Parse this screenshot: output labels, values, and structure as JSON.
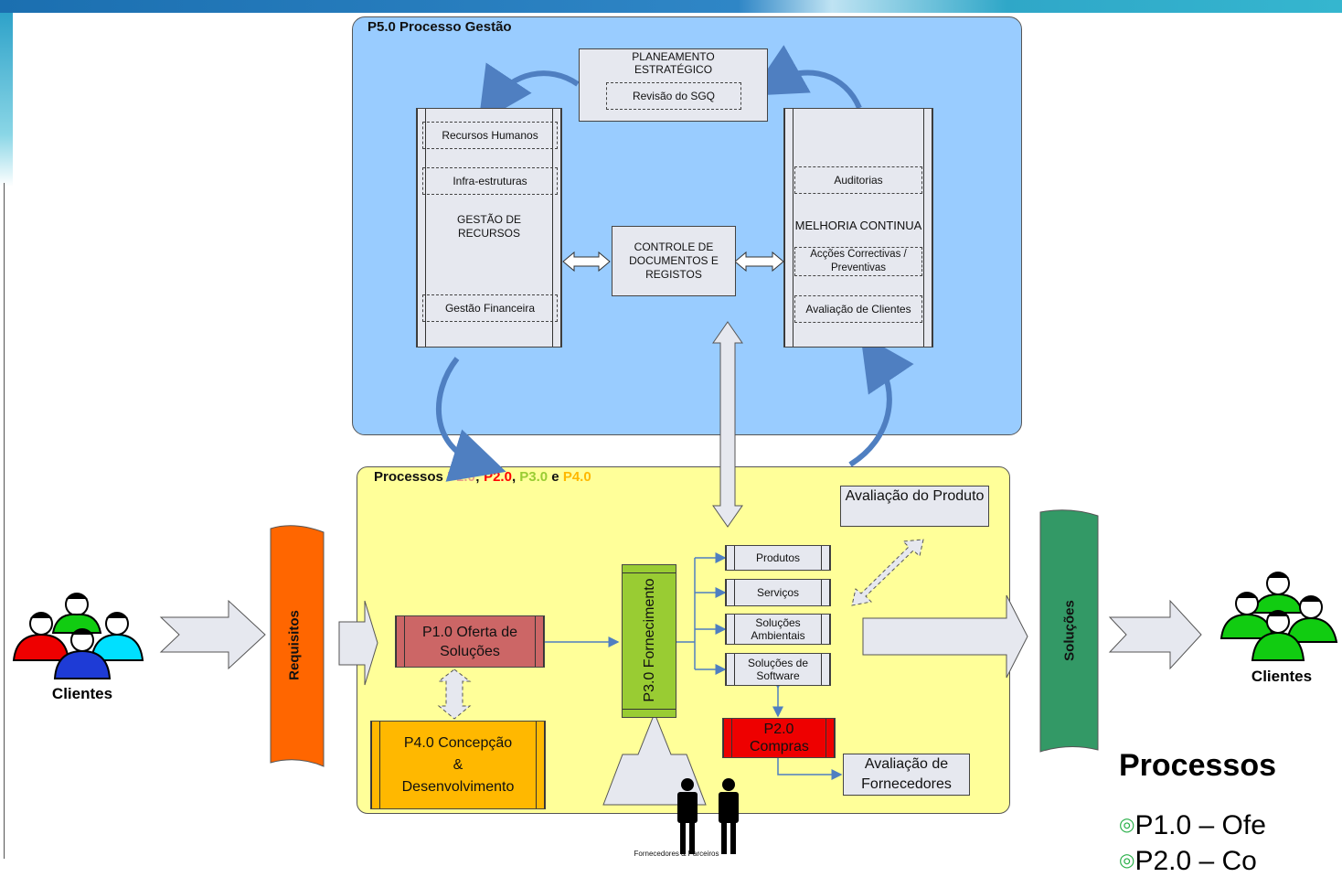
{
  "gestao": {
    "title": "P5.0 Processo Gestão",
    "planeamento": "PLANEAMENTO ESTRATÉGICO",
    "revisao": "Revisão do SGQ",
    "recursos_humanos": "Recursos Humanos",
    "infra": "Infra-estruturas",
    "gestao_recursos": "GESTÃO DE RECURSOS",
    "gestao_financeira": "Gestão Financeira",
    "controle": "CONTROLE DE DOCUMENTOS E REGISTOS",
    "auditorias": "Auditorias",
    "melhoria": "MELHORIA CONTINUA",
    "accoes": "Acções Correctivas / Preventivas",
    "avaliacao_clientes": "Avaliação de Clientes"
  },
  "processos": {
    "title_prefix": "Processos ",
    "p1": "P1.0",
    "sep1": "; ",
    "p2": "P2.0",
    "sep2": ", ",
    "p3": "P3.0",
    "sep3": " e ",
    "p4": "P4.0",
    "colors": {
      "p1": "#e8a088",
      "p2": "#ff0000",
      "p3": "#99cc33",
      "p4": "#ffb800"
    },
    "avaliacao_produto": "Avaliação do Produto",
    "oferta": "P1.0 Oferta de Soluções",
    "concepcao_1": "P4.0 Concepção",
    "concepcao_2": "&",
    "concepcao_3": "Desenvolvimento",
    "fornecimento": "P3.0 Fornecimento",
    "produtos": "Produtos",
    "servicos": "Serviços",
    "solucoes_ambientais": "Soluções Ambientais",
    "solucoes_software": "Soluções de Software",
    "compras": "P2.0 Compras",
    "avaliacao_fornecedores": "Avaliação de Fornecedores",
    "fornecedores_parceiros": "Fornecedores & Parceiros"
  },
  "requisitos": "Requisitos",
  "solucoes": "Soluções",
  "clientes_left": "Clientes",
  "clientes_right": "Clientes",
  "legend": {
    "title": "Processos",
    "item1": "P1.0 – Ofe",
    "item2": "P2.0 – Co"
  }
}
